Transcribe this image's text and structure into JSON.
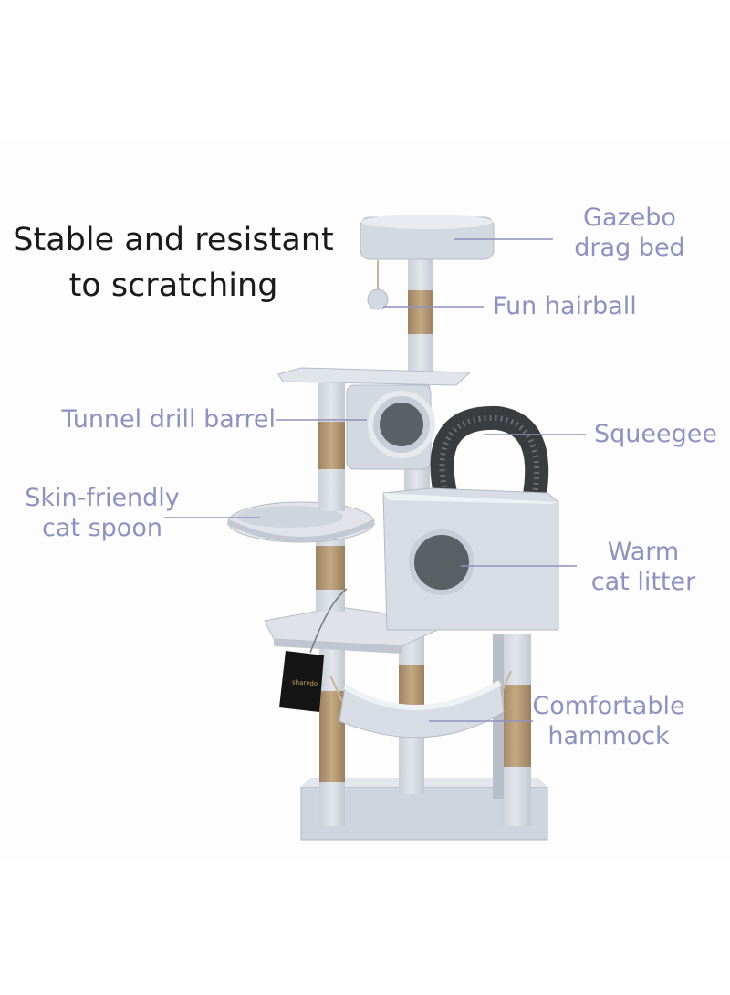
{
  "headline": {
    "line1": "Stable and resistant",
    "line2": "to scratching"
  },
  "labels": {
    "gazebo": {
      "line1": "Gazebo",
      "line2": "drag bed"
    },
    "hairball": "Fun hairball",
    "tunnel": "Tunnel drill barrel",
    "squeegee": "Squeegee",
    "spoon": {
      "line1": "Skin-friendly",
      "line2": "cat spoon"
    },
    "litter": {
      "line1": "Warm",
      "line2": "cat litter"
    },
    "hammock": {
      "line1": "Comfortable",
      "line2": "hammock"
    }
  },
  "tag": {
    "brand": "sharvdo"
  },
  "colors": {
    "label": "#8f91bf",
    "headline": "#1a1a1a",
    "plush": "#d6dbe3",
    "sisal": "#b59a78",
    "brush": "#3a3d3f"
  }
}
